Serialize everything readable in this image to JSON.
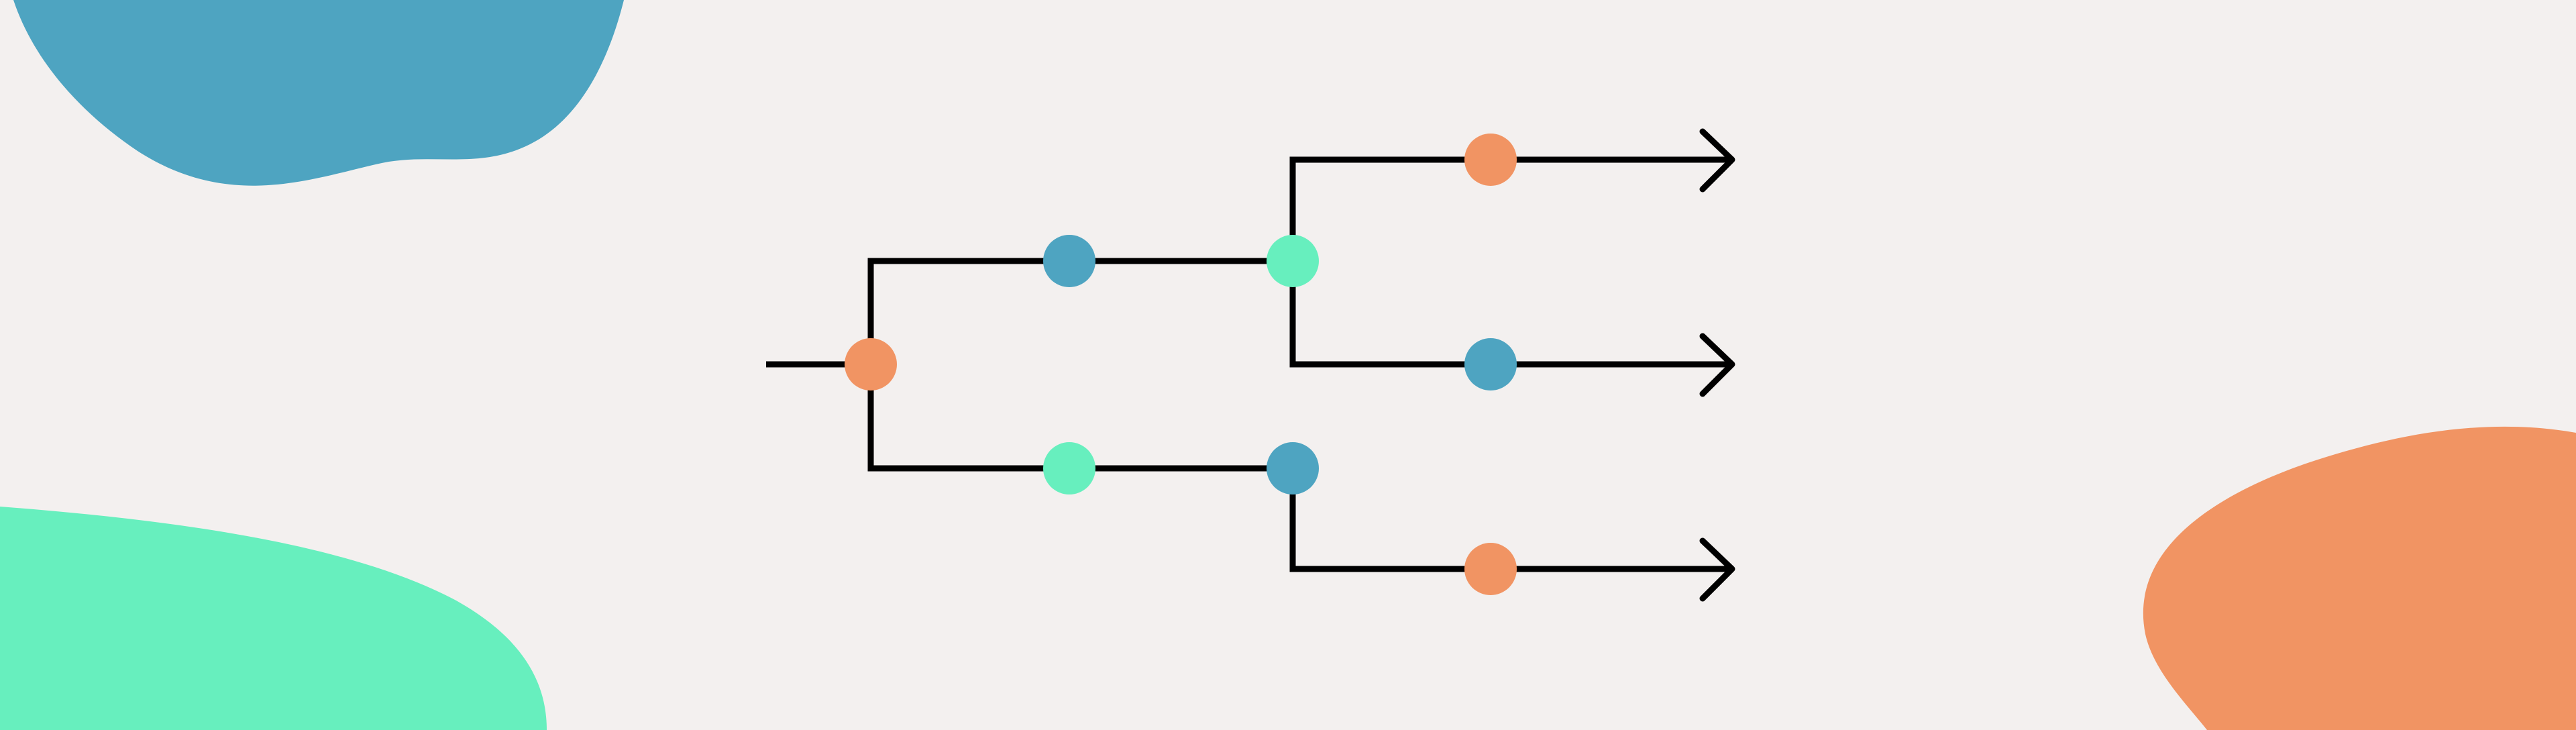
{
  "palette": {
    "background": "#f3f0ef",
    "blue": "#4ea4c1",
    "green": "#67efbe",
    "orange": "#f19463",
    "line": "#000000"
  },
  "diagram": {
    "description_visible_text": "",
    "nodes": [
      {
        "id": "root",
        "color_key": "orange"
      },
      {
        "id": "upper-mid",
        "color_key": "blue"
      },
      {
        "id": "upper-split",
        "color_key": "green"
      },
      {
        "id": "top-leaf",
        "color_key": "orange"
      },
      {
        "id": "middle-leaf",
        "color_key": "blue"
      },
      {
        "id": "lower-mid",
        "color_key": "green"
      },
      {
        "id": "lower-split",
        "color_key": "blue"
      },
      {
        "id": "bottom-leaf",
        "color_key": "orange"
      }
    ],
    "icons": [
      "arrow-right-icon",
      "arrow-right-icon",
      "arrow-right-icon"
    ]
  }
}
